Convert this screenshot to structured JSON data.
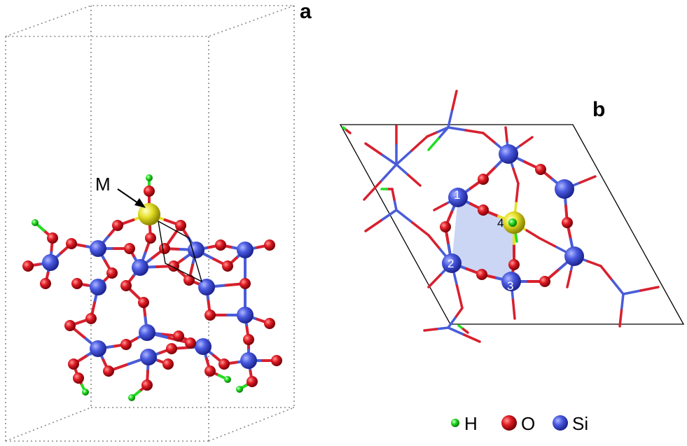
{
  "panels": {
    "a": {
      "letter": "a",
      "metal_label": "M"
    },
    "b": {
      "letter": "b",
      "site_labels": [
        "1",
        "2",
        "3",
        "4"
      ]
    }
  },
  "legend": [
    {
      "symbol": "H",
      "label": "H",
      "color": "#22dd22"
    },
    {
      "symbol": "O",
      "label": "O",
      "color": "#dd1020"
    },
    {
      "symbol": "Si",
      "label": "Si",
      "color": "#3a4fd6"
    }
  ],
  "colors": {
    "metal": "#e6e02a",
    "bond_si": "#4a5cd8",
    "bond_o": "#d8202e",
    "cell_line": "#888888",
    "shaded_ring": "#b8c8f0"
  }
}
